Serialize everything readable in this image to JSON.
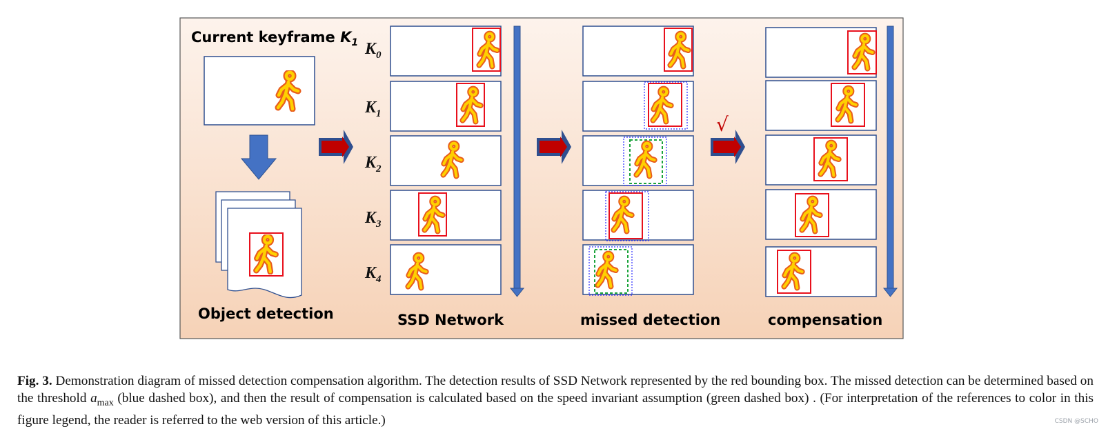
{
  "figure": {
    "current_keyframe_label": "Current keyframe",
    "current_keyframe_symbol": "K",
    "current_keyframe_sub": "1",
    "object_detection_label": "Object detection",
    "ssd_label": "SSD Network",
    "missed_label": "missed detection",
    "compensation_label": "compensation",
    "frame_labels": [
      {
        "k": "K",
        "sub": "0"
      },
      {
        "k": "K",
        "sub": "1"
      },
      {
        "k": "K",
        "sub": "2"
      },
      {
        "k": "K",
        "sub": "3"
      },
      {
        "k": "K",
        "sub": "4"
      }
    ],
    "checkmark": "√",
    "colors": {
      "panel_top": "#fdf3ec",
      "panel_bottom": "#f6d2b7",
      "frame_border": "#2f4f8f",
      "arrow_blue": "#4472c4",
      "arrow_red": "#c00000",
      "detection_red": "#e8101c",
      "missed_blue": "#2a2aff",
      "comp_green": "#1aa33a",
      "figure_yellow": "#ffd000",
      "figure_orange": "#e85d1c"
    }
  },
  "caption": {
    "fig_label": "Fig. 3.",
    "text_1": " Demonstration diagram of missed detection compensation algorithm. The detection results of SSD Network represented by the red bounding box. The missed detection can be determined based on the threshold ",
    "a_symbol": "a",
    "a_sub": "max",
    "text_2": " (blue dashed box), and then the result of compensation is calculated based on the speed invariant assumption (green dashed box) . (For interpretation of the references to color in this figure legend, the reader is referred to the web version of this article.)"
  },
  "watermark": "CSDN @SCHO"
}
